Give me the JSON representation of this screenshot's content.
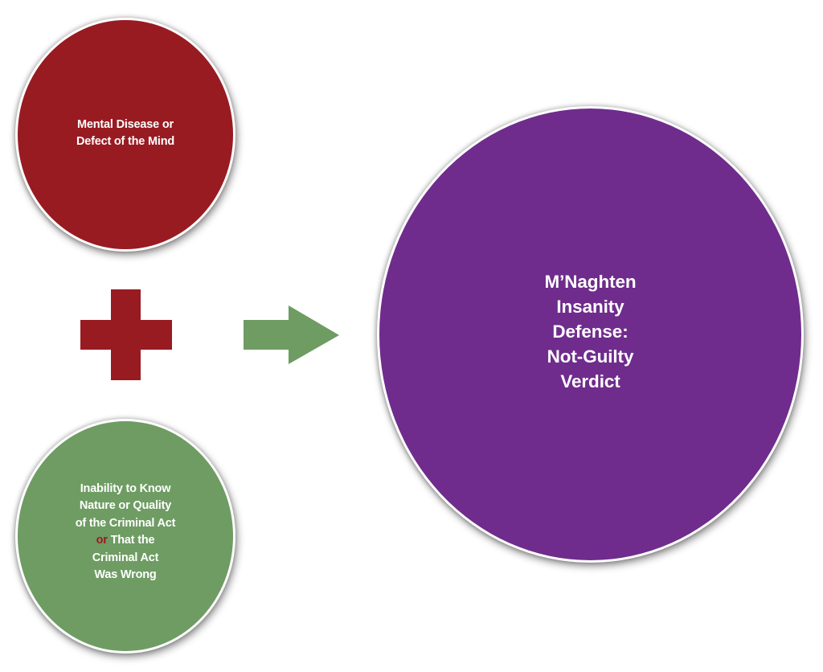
{
  "diagram": {
    "title": "M'Naghten Insanity Defense",
    "colors": {
      "red": "#981b22",
      "green": "#6e9c63",
      "purple": "#6f2c8c",
      "text": "#ffffff",
      "border": "#ffffff"
    },
    "element_1": {
      "lines": [
        "Mental Disease or",
        "Defect of the Mind"
      ]
    },
    "operator": {
      "symbol": "plus-icon",
      "meaning": "+"
    },
    "element_2": {
      "lines": [
        "Inability to Know",
        "Nature or Quality",
        "of the Criminal Act",
        "That the",
        "Criminal Act",
        "Was Wrong"
      ],
      "connector": "or"
    },
    "arrow": {
      "symbol": "arrow-right-icon",
      "meaning": "leads to"
    },
    "result": {
      "lines": [
        "M’Naghten",
        "Insanity",
        "Defense:",
        "Not-Guilty",
        "Verdict"
      ]
    }
  }
}
